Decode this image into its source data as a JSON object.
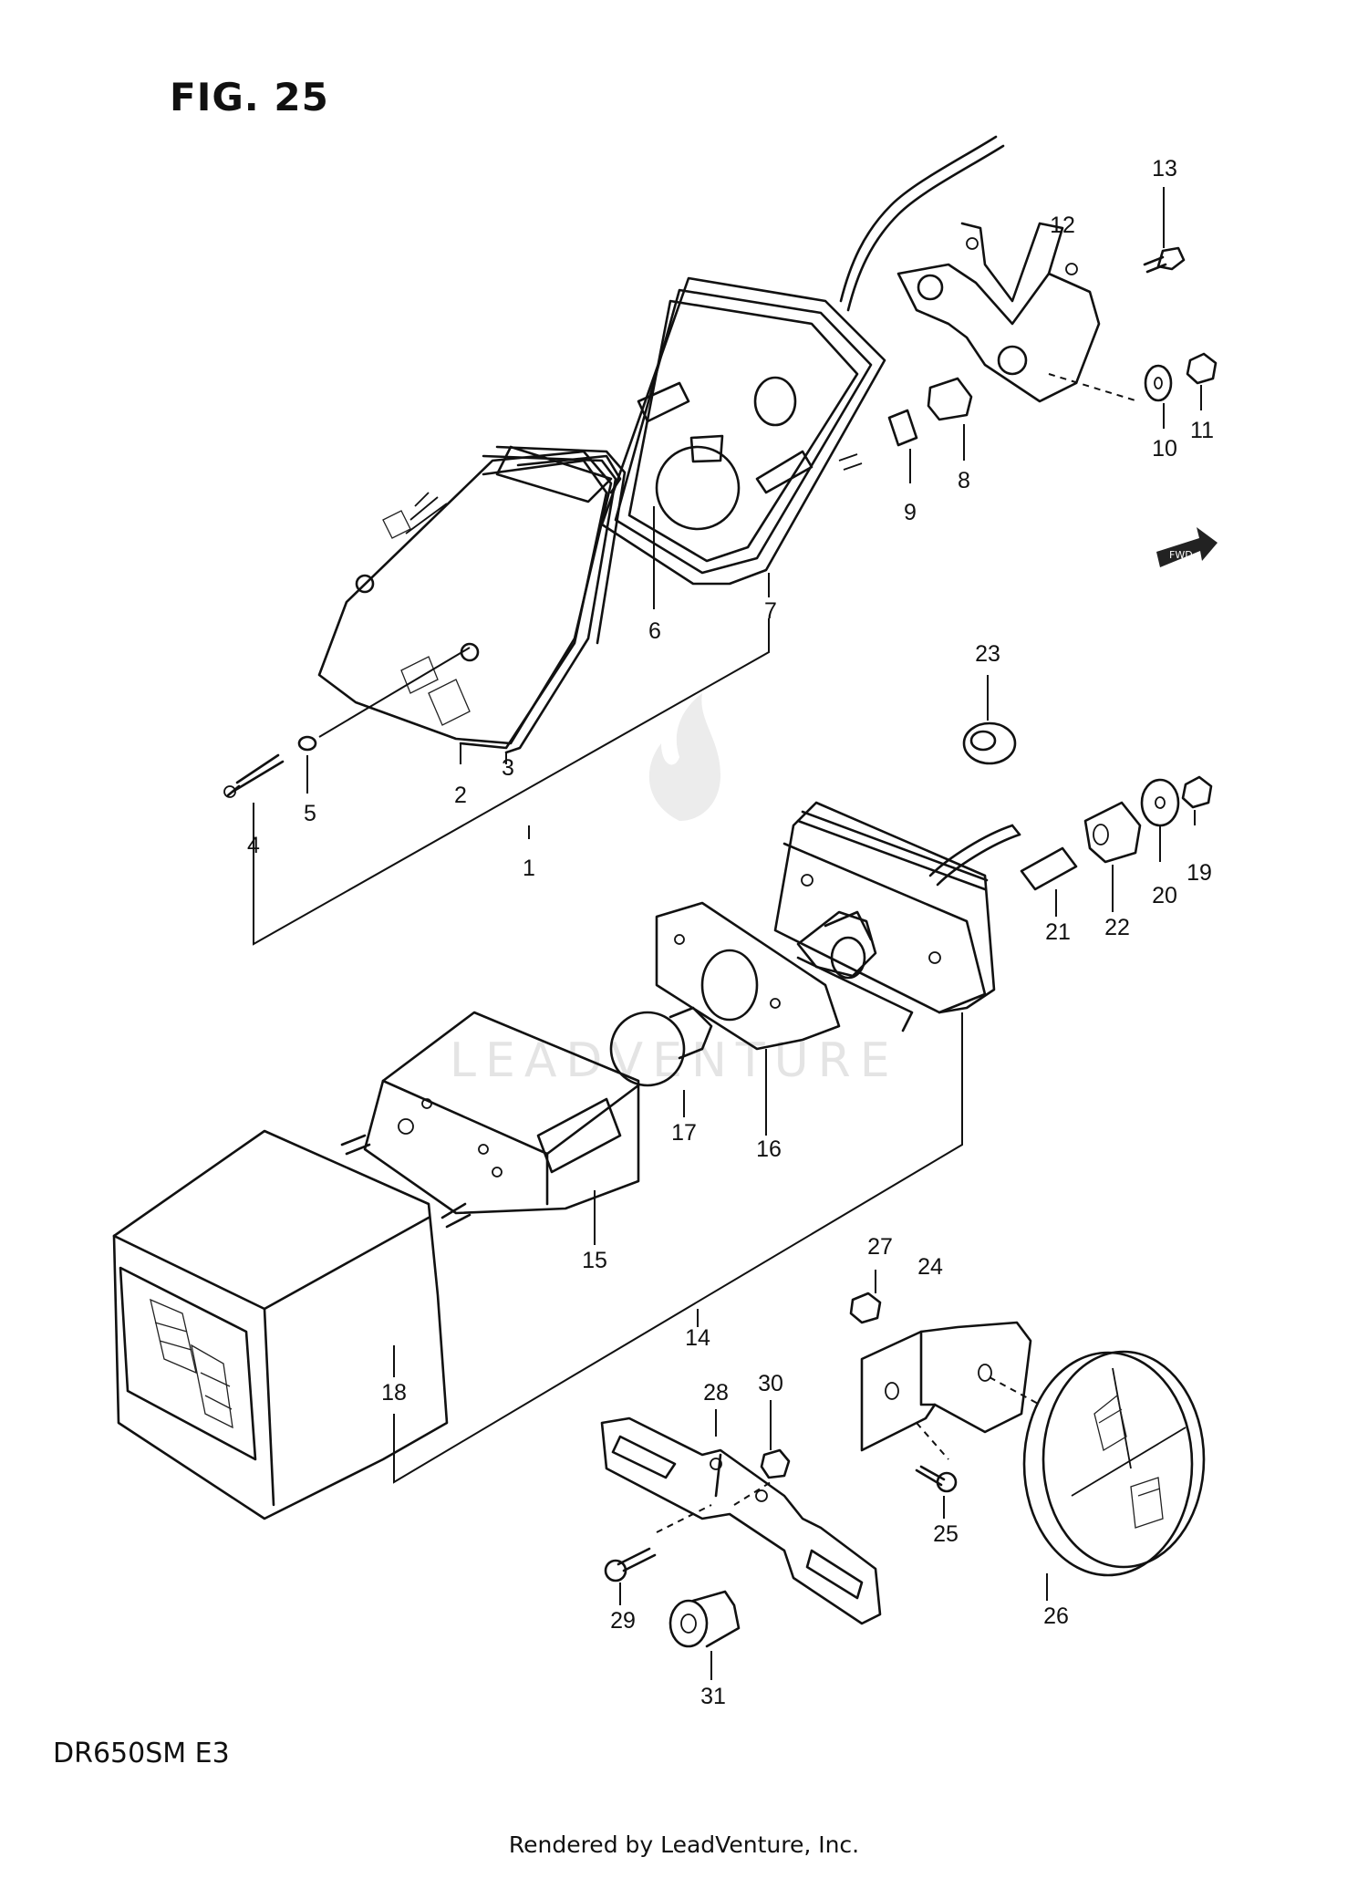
{
  "figure": {
    "title": "FIG. 25",
    "model": "DR650SM  E3",
    "footer": "Rendered by LeadVenture, Inc.",
    "watermark": "LEADVENTURE",
    "direction_badge": "FWD"
  },
  "callouts": [
    "1",
    "2",
    "3",
    "4",
    "5",
    "6",
    "7",
    "8",
    "9",
    "10",
    "11",
    "12",
    "13",
    "14",
    "15",
    "16",
    "17",
    "18",
    "19",
    "20",
    "21",
    "22",
    "23",
    "24",
    "25",
    "26",
    "27",
    "28",
    "29",
    "30",
    "31"
  ]
}
